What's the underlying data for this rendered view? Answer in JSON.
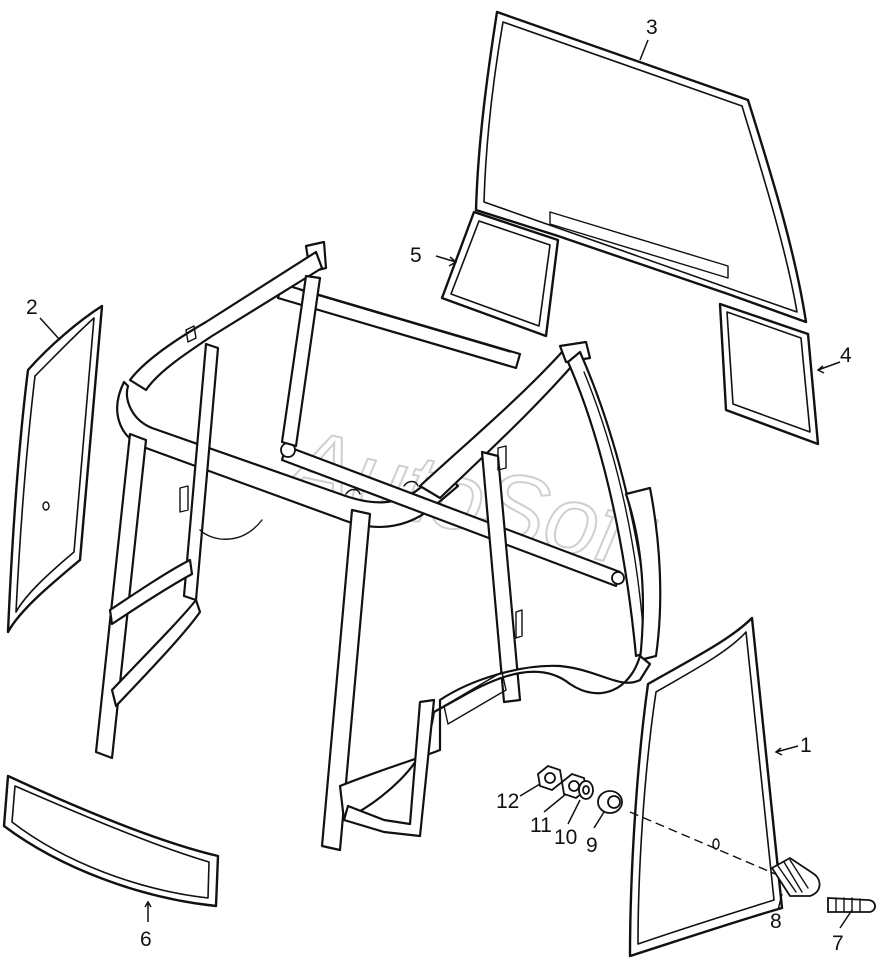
{
  "diagram": {
    "watermark": "AutoSoft",
    "callouts": [
      {
        "id": "1",
        "label": "1"
      },
      {
        "id": "2",
        "label": "2"
      },
      {
        "id": "3",
        "label": "3"
      },
      {
        "id": "4",
        "label": "4"
      },
      {
        "id": "5",
        "label": "5"
      },
      {
        "id": "6",
        "label": "6"
      },
      {
        "id": "7",
        "label": "7"
      },
      {
        "id": "8",
        "label": "8"
      },
      {
        "id": "9",
        "label": "9"
      },
      {
        "id": "10",
        "label": "10"
      },
      {
        "id": "11",
        "label": "11"
      },
      {
        "id": "12",
        "label": "12"
      }
    ]
  }
}
